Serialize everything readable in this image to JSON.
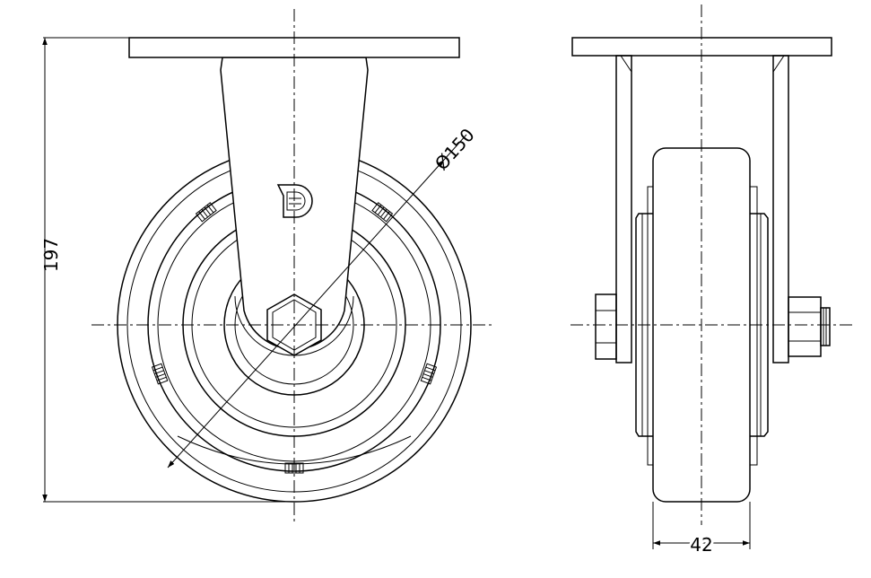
{
  "drawing": {
    "views": [
      "front-view",
      "side-view"
    ],
    "dimensions": {
      "height": "197",
      "wheel_diameter": "Ø150",
      "wheel_width": "42"
    },
    "logo": "D",
    "line_color": "#000000",
    "background_color": "#ffffff"
  }
}
